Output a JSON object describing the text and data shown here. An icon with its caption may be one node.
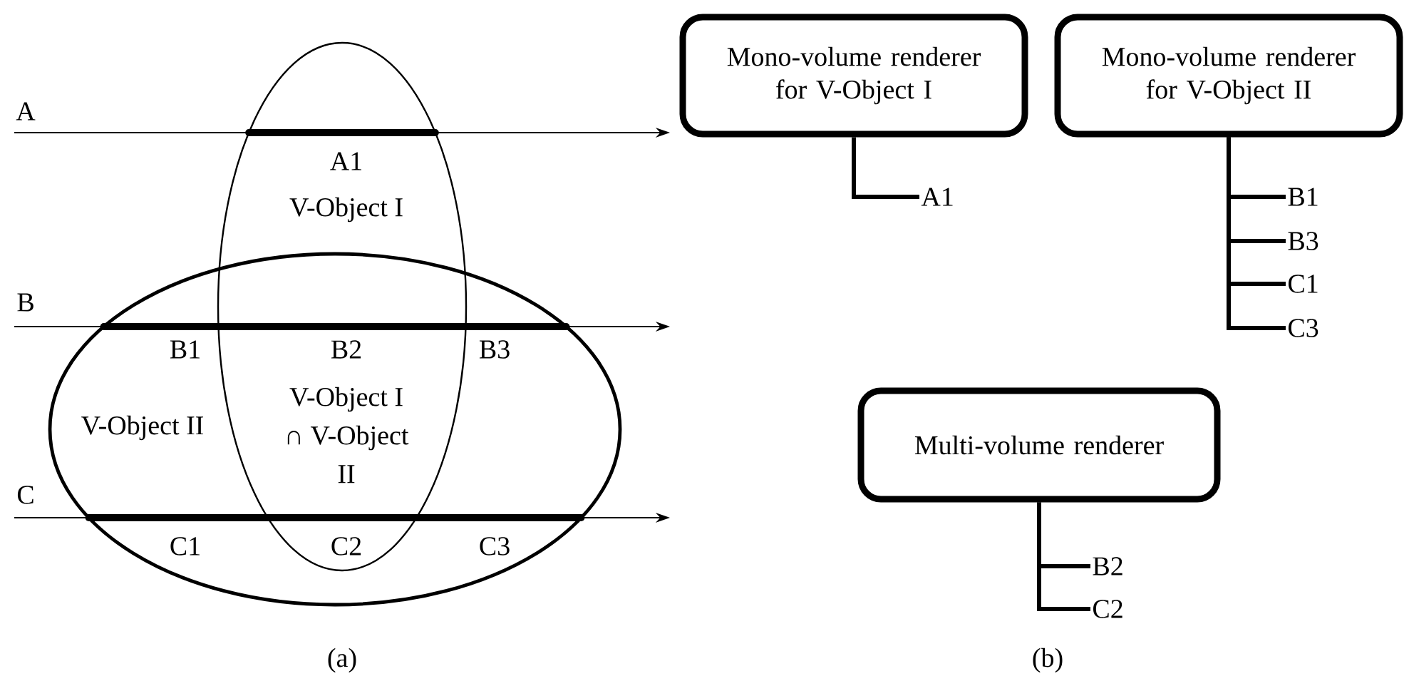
{
  "diagram": {
    "nodes": [
      {
        "text": [
          "V-Object I"
        ]
      },
      {
        "text": [
          "V-Object II"
        ]
      },
      {
        "text": [
          "Mono-volume renderer for V-Object I"
        ]
      },
      {
        "text": [
          "Mono-volume renderer for V-Object II"
        ]
      },
      {
        "text": [
          "Multi-volume renderer"
        ]
      },
      {
        "text": [
          "A1"
        ]
      },
      {
        "text": [
          "B1"
        ]
      },
      {
        "text": [
          "B3"
        ]
      },
      {
        "text": [
          "C1"
        ]
      },
      {
        "text": [
          "C3"
        ]
      },
      {
        "text": [
          "B2"
        ]
      },
      {
        "text": [
          "C2"
        ]
      }
    ],
    "edges": [
      {
        "from": 2,
        "to": 5,
        "arrow": "none"
      },
      {
        "from": 3,
        "to": 6,
        "arrow": "none"
      },
      {
        "from": 3,
        "to": 7,
        "arrow": "none"
      },
      {
        "from": 3,
        "to": 8,
        "arrow": "none"
      },
      {
        "from": 3,
        "to": 9,
        "arrow": "none"
      },
      {
        "from": 4,
        "to": 10,
        "arrow": "none"
      },
      {
        "from": 4,
        "to": 11,
        "arrow": "none"
      }
    ],
    "labels": [
      "A",
      "A1",
      "B",
      "B1",
      "B2",
      "B3",
      "V-Object I ∩ V-Object II",
      "C",
      "C1",
      "C2",
      "C3",
      "(a)",
      "(b)"
    ]
  }
}
